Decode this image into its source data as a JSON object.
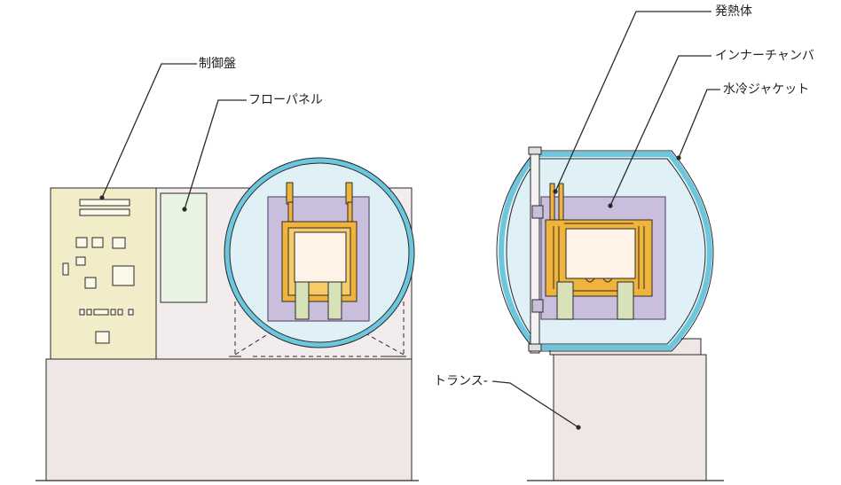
{
  "labels": {
    "control_panel": "制御盤",
    "flow_panel": "フローパネル",
    "heating_element": "発熱体",
    "inner_chamber": "インナーチャンバ",
    "water_jacket": "水冷ジャケット",
    "transformer": "トランス-"
  },
  "colors": {
    "panel_fill": "#f2ecc8",
    "cabinet_fill": "#efe6e6",
    "chamber_fill": "#c9bedc",
    "chamber_stroke": "#6a5d7e",
    "jacket_fill": "#dff1f6",
    "jacket_ring": "#6cc6dd",
    "heater_fill": "#f0b43c",
    "core_fill": "#fff3e8",
    "block_fill": "#d8e2b8",
    "flow_panel_fill": "#e8f3e4",
    "line": "#2a2a2a"
  }
}
